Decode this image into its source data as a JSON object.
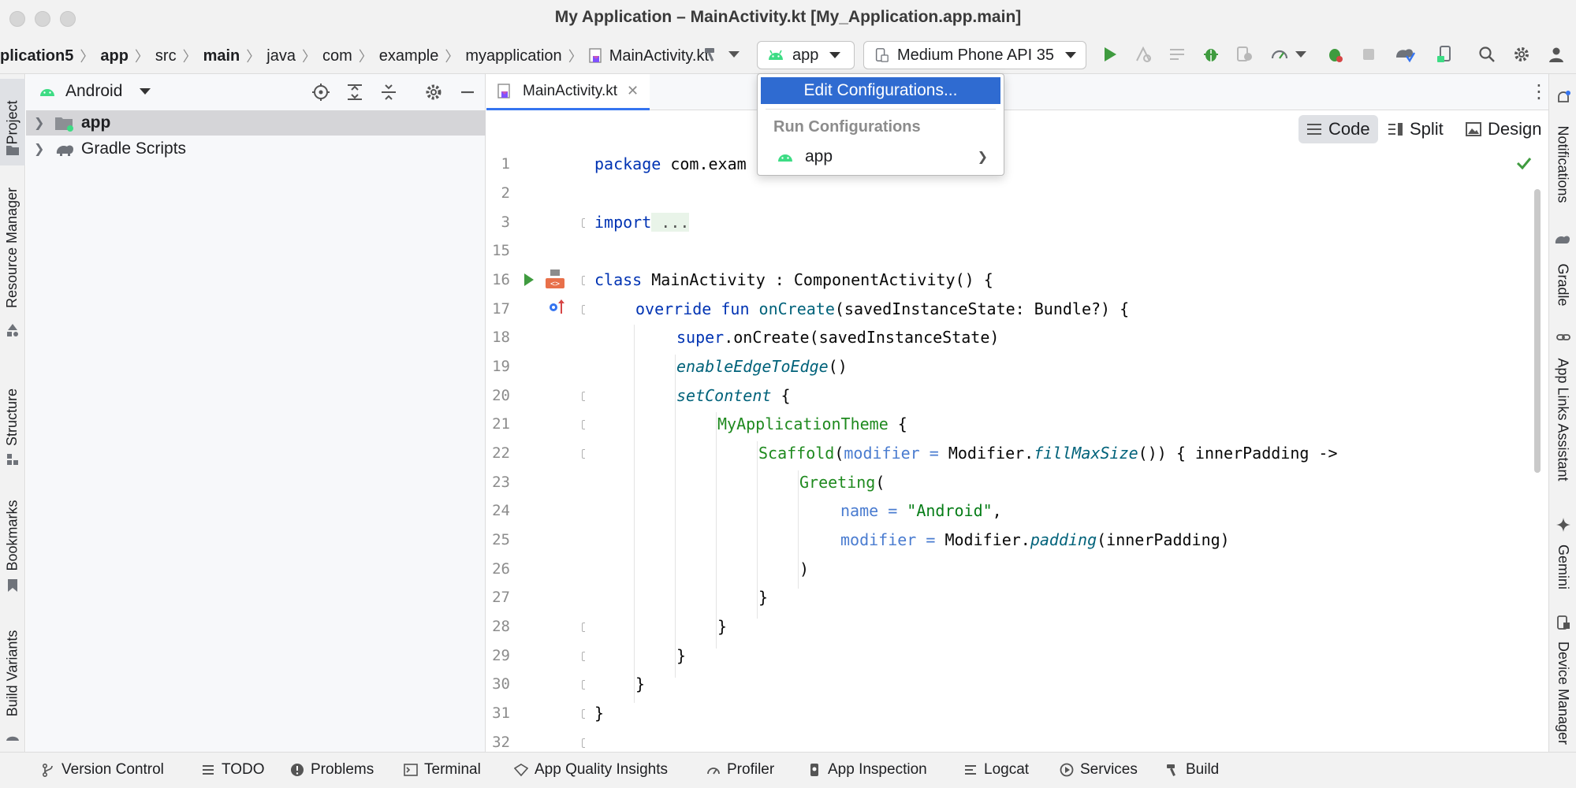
{
  "window": {
    "title": "My Application – MainActivity.kt [My_Application.app.main]"
  },
  "breadcrumbs": [
    "plication5",
    "app",
    "src",
    "main",
    "java",
    "com",
    "example",
    "myapplication",
    "MainActivity.kt"
  ],
  "toolbar": {
    "run_config": "app",
    "device": "Medium Phone API 35"
  },
  "dropdown": {
    "edit_configurations": "Edit Configurations...",
    "section_title": "Run Configurations",
    "items": [
      "app"
    ]
  },
  "left_tabs": [
    "Project",
    "Resource Manager",
    "Structure",
    "Bookmarks",
    "Build Variants"
  ],
  "right_tabs": [
    "Notifications",
    "Gradle",
    "App Links Assistant",
    "Gemini",
    "Device Manager"
  ],
  "project_panel": {
    "view_mode": "Android",
    "tree": [
      "app",
      "Gradle Scripts"
    ]
  },
  "editor": {
    "tab": "MainActivity.kt",
    "view_modes": [
      "Code",
      "Split",
      "Design"
    ],
    "line_numbers": [
      "1",
      "2",
      "3",
      "15",
      "16",
      "17",
      "18",
      "19",
      "20",
      "21",
      "22",
      "23",
      "24",
      "25",
      "26",
      "27",
      "28",
      "29",
      "30",
      "31",
      "32"
    ],
    "lines": {
      "l1_kw": "package",
      "l1_rest": " com.exam",
      "l3_kw": "import",
      "l3_rest": " ...",
      "l16_kw": "class",
      "l16_rest": " MainActivity : ComponentActivity() {",
      "l17_kw": "override fun",
      "l17_fn": " onCreate",
      "l17_rest": "(savedInstanceState: Bundle?) {",
      "l18_kw": "super",
      "l18_rest": ".onCreate(savedInstanceState)",
      "l19_it": "enableEdgeToEdge",
      "l19_rest": "()",
      "l20_it": "setContent",
      "l20_rest": " {",
      "l21_cmp": "MyApplicationTheme",
      "l21_rest": " {",
      "l22_cmp": "Scaffold",
      "l22_a": "(",
      "l22_param": "modifier",
      "l22_eq": " = ",
      "l22_b": "Modifier.",
      "l22_it": "fillMaxSize",
      "l22_rest": "()) { innerPadding ->",
      "l23_cmp": "Greeting",
      "l23_rest": "(",
      "l24_param": "name",
      "l24_eq": " = ",
      "l24_str": "\"Android\"",
      "l24_rest": ",",
      "l25_param": "modifier",
      "l25_eq": " = ",
      "l25_b": "Modifier.",
      "l25_it": "padding",
      "l25_rest": "(innerPadding)",
      "l26": ")",
      "l27": "}",
      "l28": "}",
      "l29": "}",
      "l30": "}",
      "l31": "}"
    }
  },
  "bottom_tools": [
    "Version Control",
    "TODO",
    "Problems",
    "Terminal",
    "App Quality Insights",
    "Profiler",
    "App Inspection",
    "Logcat",
    "Services",
    "Build"
  ],
  "colors": {
    "accent": "#3574f0",
    "selection": "#b3d2f7",
    "android_green": "#3ddc84",
    "run_green": "#3f9b3f"
  }
}
